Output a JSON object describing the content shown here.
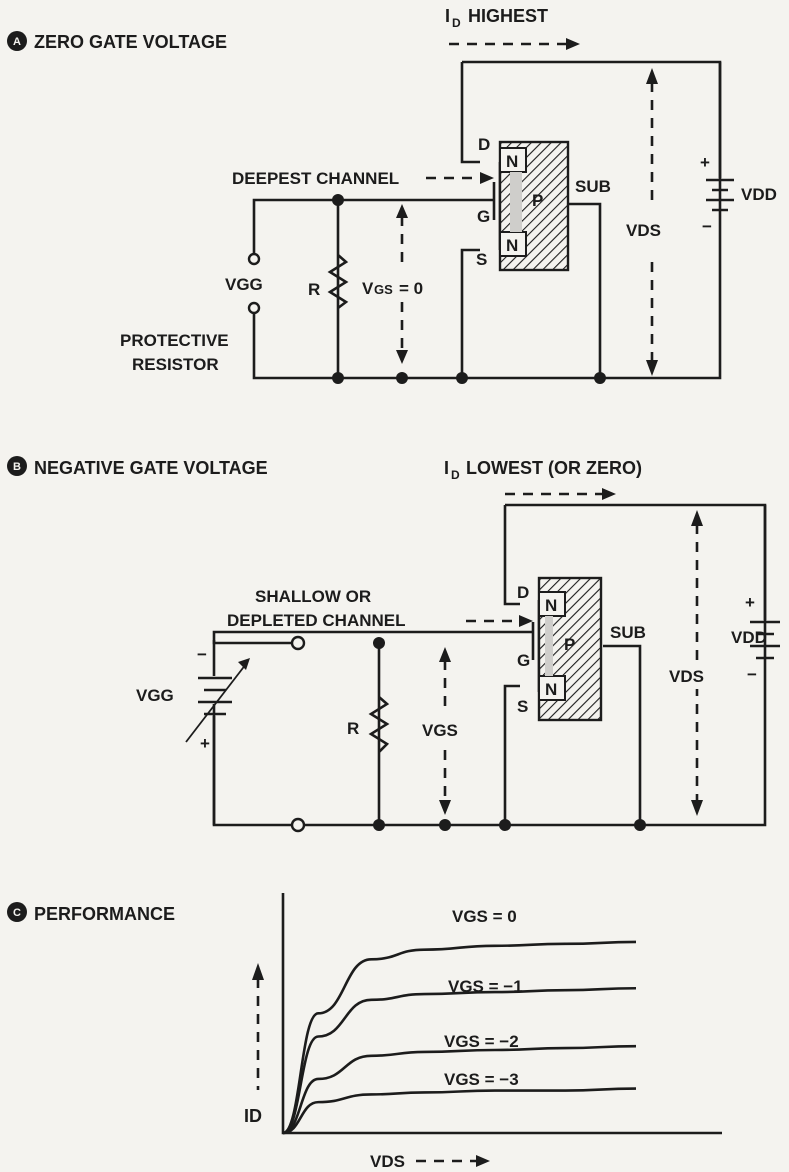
{
  "sections": [
    {
      "marker": "A",
      "title": "ZERO GATE VOLTAGE",
      "current_label": "HIGHEST",
      "channel_label": "DEEPEST CHANNEL",
      "vgs_label": "= 0",
      "source_label": "VGG",
      "resistor_label": "R",
      "note_line1": "PROTECTIVE",
      "note_line2": "RESISTOR",
      "vds_label": "VDS",
      "vdd_label": "VDD",
      "sub_label": "SUB"
    },
    {
      "marker": "B",
      "title": "NEGATIVE GATE VOLTAGE",
      "current_label": "LOWEST (OR ZERO)",
      "channel_line1": "SHALLOW OR",
      "channel_line2": "DEPLETED CHANNEL",
      "vgs_label": "VGS",
      "source_label": "VGG",
      "resistor_label": "R",
      "vds_label": "VDS",
      "vdd_label": "VDD",
      "sub_label": "SUB"
    },
    {
      "marker": "C",
      "title": "PERFORMANCE"
    }
  ],
  "device_labels": {
    "drain": "D",
    "gate": "G",
    "source": "S",
    "n_region": "N",
    "p_region": "P"
  },
  "chart_data": {
    "type": "line",
    "xlabel": "VDS",
    "ylabel": "ID",
    "series": [
      {
        "name": "VGS = 0",
        "values": [
          0,
          0.62,
          0.9,
          0.95,
          0.97,
          0.98,
          0.99
        ]
      },
      {
        "name": "VGS = −1",
        "values": [
          0,
          0.5,
          0.69,
          0.72,
          0.73,
          0.74,
          0.75
        ]
      },
      {
        "name": "VGS = −2",
        "values": [
          0,
          0.28,
          0.4,
          0.42,
          0.43,
          0.44,
          0.45
        ]
      },
      {
        "name": "VGS = −3",
        "values": [
          0,
          0.16,
          0.2,
          0.21,
          0.22,
          0.22,
          0.23
        ]
      }
    ],
    "x": [
      0,
      0.1,
      0.25,
      0.4,
      0.6,
      0.8,
      1.0
    ]
  }
}
